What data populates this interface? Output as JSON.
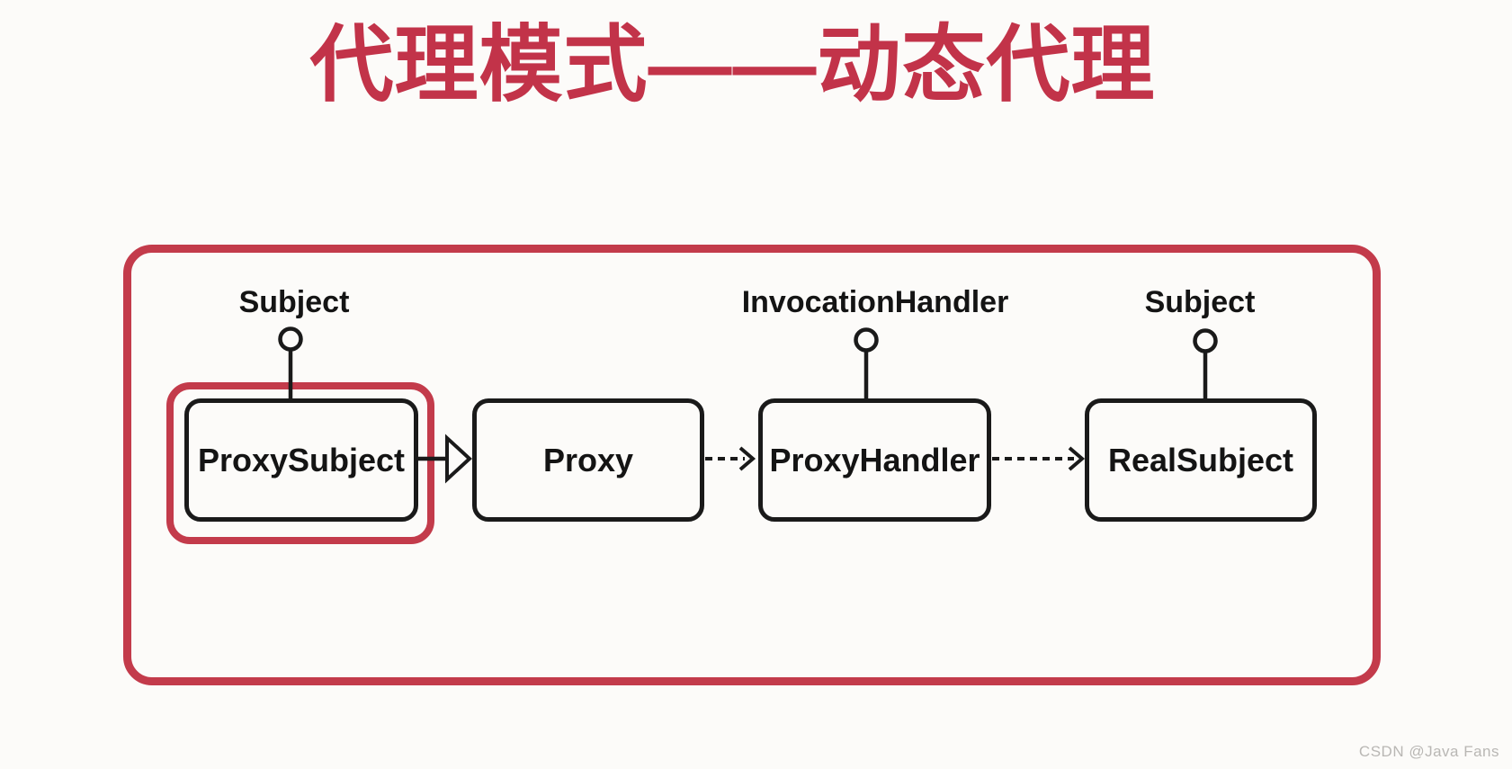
{
  "page": {
    "title": "代理模式——动态代理",
    "watermark": "CSDN @Java Fans"
  },
  "colors": {
    "accent_red": "#C23349",
    "frame_red": "#C33B4B",
    "line_black": "#1A1A1A",
    "background": "#FCFBF9",
    "watermark_gray": "#B9B7B4"
  },
  "diagram": {
    "interfaces": [
      {
        "label": "Subject",
        "attached_to": "ProxySubject"
      },
      {
        "label": "InvocationHandler",
        "attached_to": "ProxyHandler"
      },
      {
        "label": "Subject",
        "attached_to": "RealSubject"
      }
    ],
    "classes": [
      {
        "label": "ProxySubject",
        "highlighted": true
      },
      {
        "label": "Proxy",
        "highlighted": false
      },
      {
        "label": "ProxyHandler",
        "highlighted": false
      },
      {
        "label": "RealSubject",
        "highlighted": false
      }
    ],
    "relations": [
      {
        "from": "ProxySubject",
        "to": "Proxy",
        "line": "solid",
        "arrowhead": "hollow-triangle"
      },
      {
        "from": "Proxy",
        "to": "ProxyHandler",
        "line": "dashed",
        "arrowhead": "open"
      },
      {
        "from": "ProxyHandler",
        "to": "RealSubject",
        "line": "dashed",
        "arrowhead": "open"
      }
    ]
  }
}
